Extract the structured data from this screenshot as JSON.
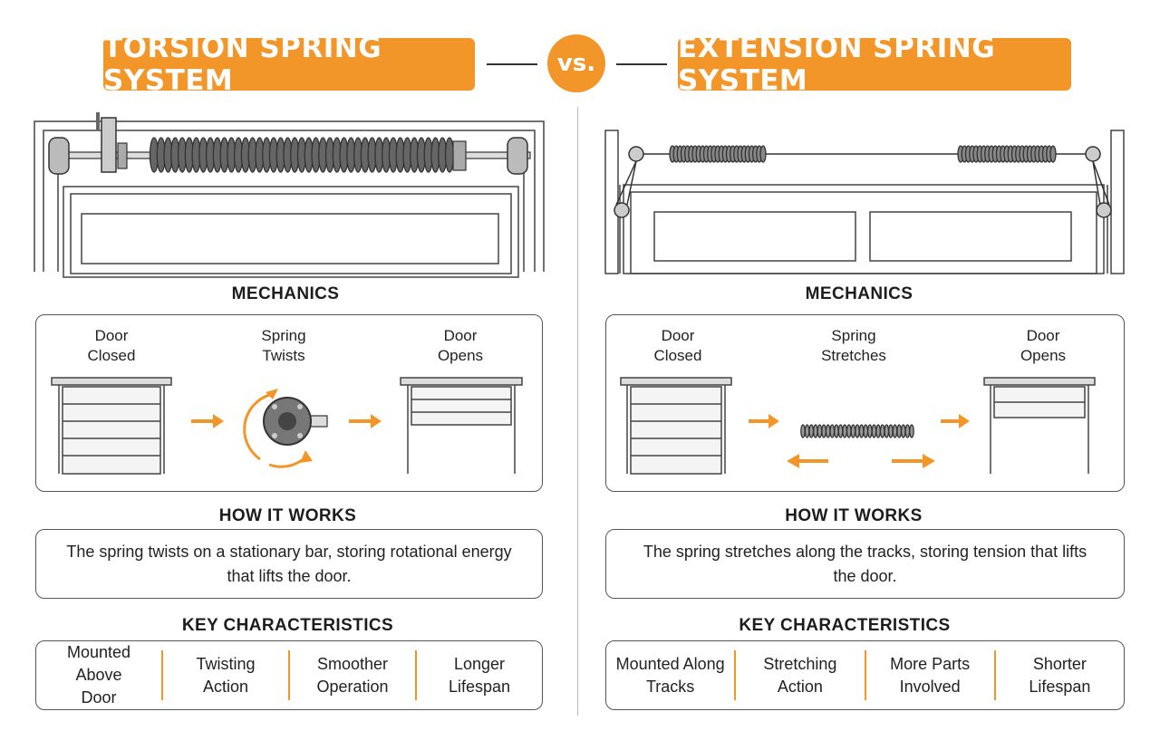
{
  "header": {
    "left_title": "TORSION SPRING SYSTEM",
    "vs": "vs.",
    "right_title": "EXTENSION SPRING SYSTEM"
  },
  "torsion": {
    "mechanics_heading": "MECHANICS",
    "step1": "Door\nClosed",
    "step2": "Spring\nTwists",
    "step3": "Door\nOpens",
    "how_heading": "HOW IT WORKS",
    "how_text": "The spring twists on a stationary bar, storing rotational energy that lifts the door.",
    "key_heading": "KEY CHARACTERISTICS",
    "key_items": [
      "Mounted Above\nDoor",
      "Twisting\nAction",
      "Smoother\nOperation",
      "Longer\nLifespan"
    ]
  },
  "extension": {
    "mechanics_heading": "MECHANICS",
    "step1": "Door\nClosed",
    "step2": "Spring\nStretches",
    "step3": "Door\nOpens",
    "how_heading": "HOW IT WORKS",
    "how_text": "The spring stretches along the tracks, storing tension that lifts the door.",
    "key_heading": "KEY CHARACTERISTICS",
    "key_items": [
      "Mounted Along\nTracks",
      "Stretching\nAction",
      "More Parts\nInvolved",
      "Shorter\nLifespan"
    ]
  },
  "colors": {
    "accent": "#f2962a",
    "line": "#333333"
  }
}
